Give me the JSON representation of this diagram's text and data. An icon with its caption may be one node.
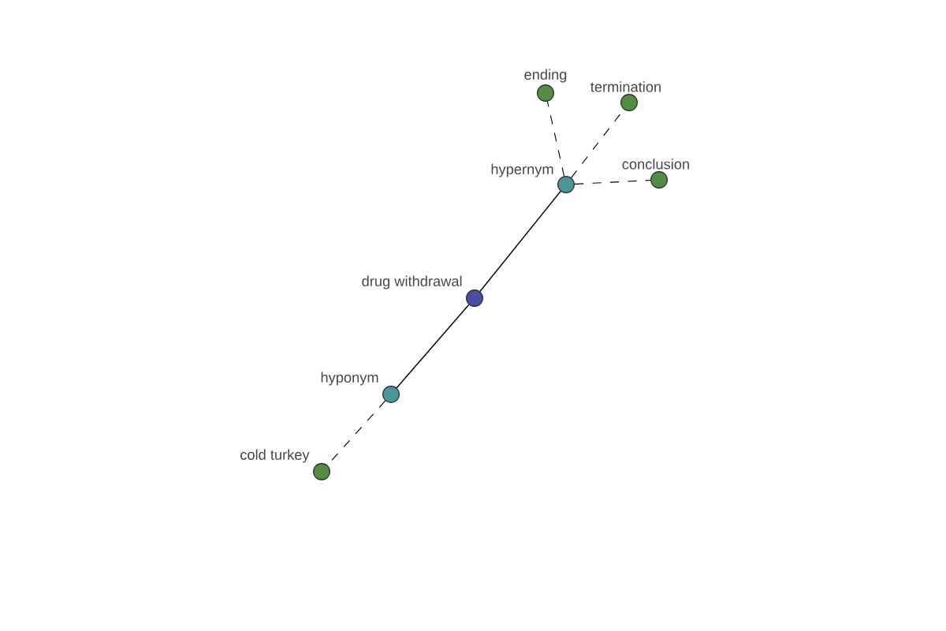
{
  "diagram": {
    "nodes": [
      {
        "text": [
          "ending"
        ]
      },
      {
        "text": [
          "termination"
        ]
      },
      {
        "text": [
          "hypernym"
        ]
      },
      {
        "text": [
          "conclusion"
        ]
      },
      {
        "text": [
          "drug withdrawal"
        ]
      },
      {
        "text": [
          "hyponym"
        ]
      },
      {
        "text": [
          "cold turkey"
        ]
      }
    ],
    "edges": [
      {
        "from": 4,
        "to": 2,
        "arrow": "none"
      },
      {
        "from": 4,
        "to": 5,
        "arrow": "none"
      },
      {
        "from": 2,
        "to": 0,
        "arrow": "none",
        "style": "dashed"
      },
      {
        "from": 2,
        "to": 1,
        "arrow": "none",
        "style": "dashed"
      },
      {
        "from": 2,
        "to": 3,
        "arrow": "none",
        "style": "dashed"
      },
      {
        "from": 5,
        "to": 6,
        "arrow": "none",
        "style": "dashed"
      }
    ]
  }
}
